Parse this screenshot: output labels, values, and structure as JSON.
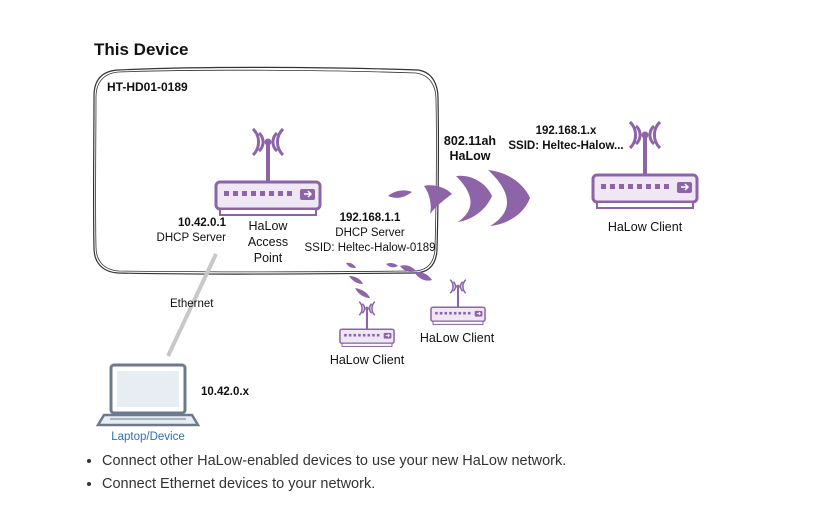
{
  "heading": "This Device",
  "device": {
    "hostname": "HT-HD01-0189",
    "lan_ip": "10.42.0.1",
    "lan_service": "DHCP Server",
    "ap_label_line1": "HaLow",
    "ap_label_line2": "Access",
    "ap_label_line3": "Point",
    "halow_ip": "192.168.1.1",
    "halow_service": "DHCP Server",
    "halow_ssid": "SSID: Heltec-Halow-0189"
  },
  "link": {
    "standard": "802.11ah",
    "name": "HaLow",
    "ethernet_label": "Ethernet"
  },
  "remote_client": {
    "ip": "192.168.1.x",
    "ssid": "SSID: Heltec-Halow...",
    "label": "HaLow Client"
  },
  "nearby_clients": [
    {
      "label": "HaLow Client"
    },
    {
      "label": "HaLow Client"
    }
  ],
  "laptop": {
    "ip": "10.42.0.x",
    "label": "Laptop/Device"
  },
  "bullets": [
    "Connect other HaLow-enabled devices to use your new HaLow network.",
    "Connect Ethernet devices to your network."
  ],
  "colors": {
    "accent": "#8e64a8",
    "accent_light": "#efe7f4",
    "laptop": "#6b7a8c",
    "cable": "#c8c8c8",
    "link_text": "#2d6fb7"
  }
}
